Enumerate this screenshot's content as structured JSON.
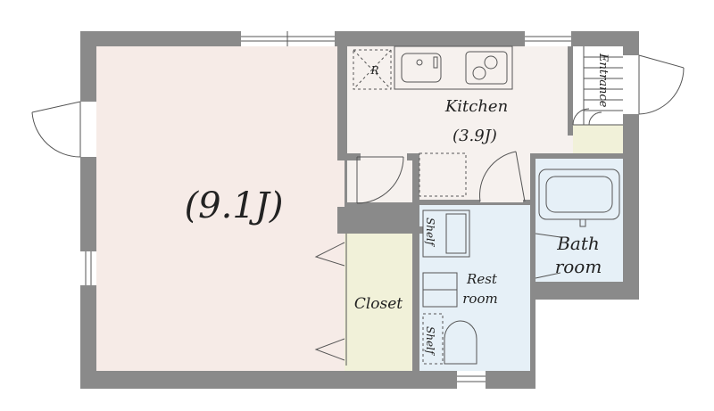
{
  "rooms": {
    "main_room_size": "(9.1J)",
    "kitchen_label": "Kitchen",
    "kitchen_size": "(3.9J)",
    "entrance_label": "Entrance",
    "bathroom_line1": "Bath",
    "bathroom_line2": "room",
    "restroom_line1": "Rest",
    "restroom_line2": "room",
    "closet_label": "Closet",
    "shelf_upper": "Shelf",
    "shelf_lower": "Shelf",
    "fridge_mark": "R"
  },
  "colors": {
    "wall": "#8a8a8a",
    "main_room_floor": "#f6ebe7",
    "kitchen_floor": "#f6f1ee",
    "bath_floor": "#e6f0f7",
    "closet_floor": "#f1f1d9",
    "entrance_floor": "#f1f1d9"
  }
}
